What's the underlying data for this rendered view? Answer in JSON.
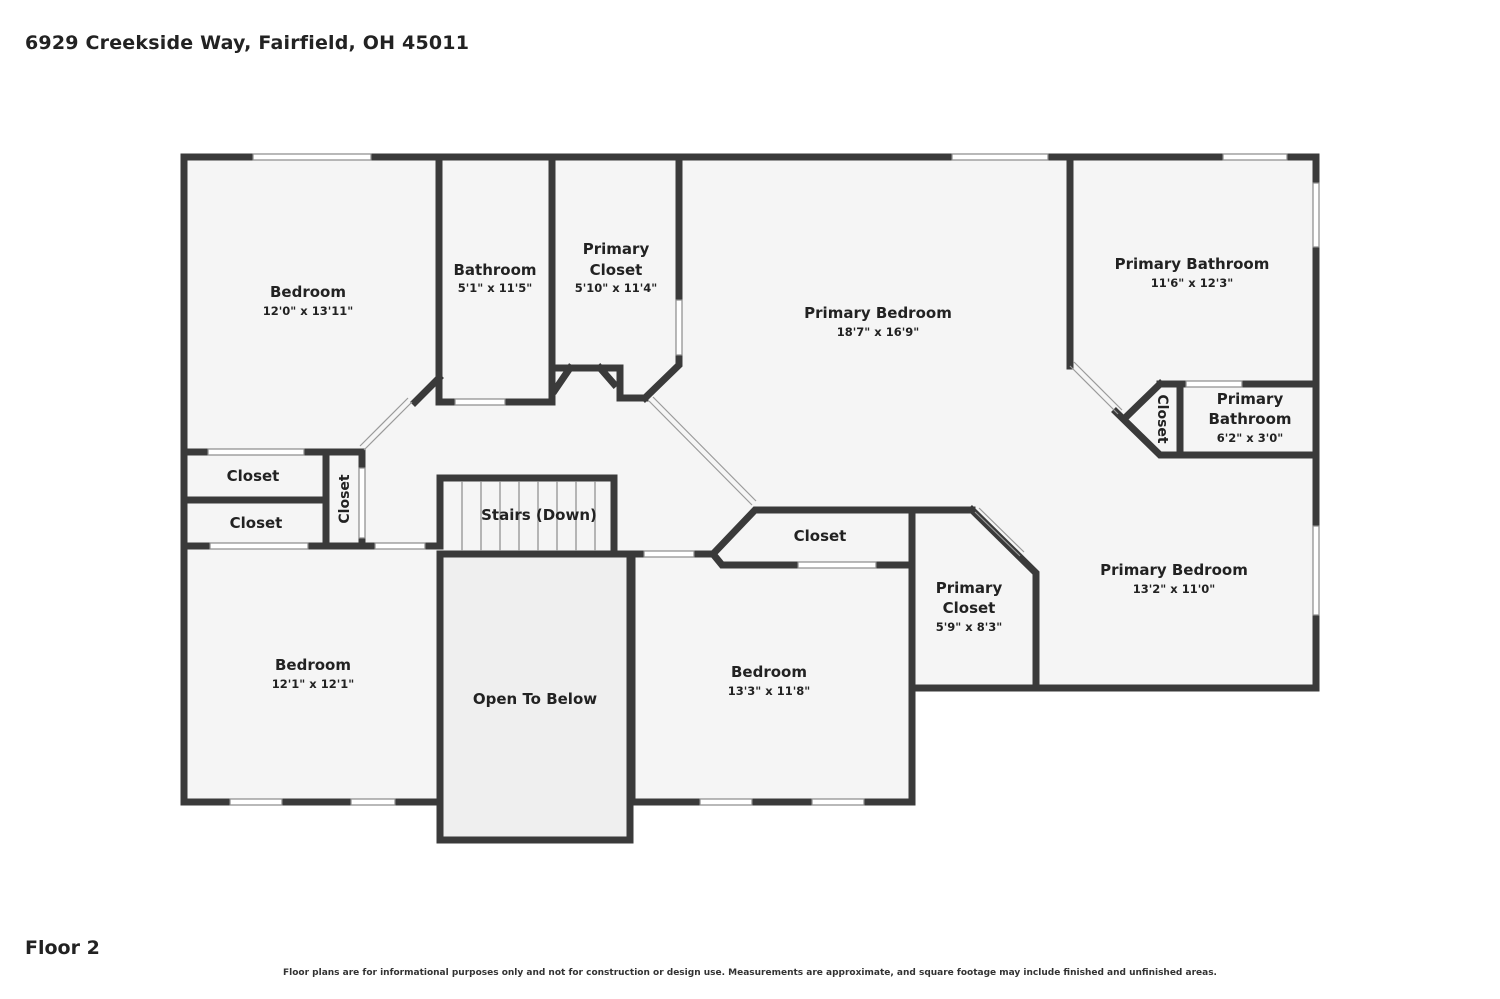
{
  "address": "6929 Creekside Way, Fairfield, OH 45011",
  "floor": "Floor 2",
  "disclaimer": "Floor plans are for informational purposes only and not for construction or design use. Measurements are approximate, and square footage may include finished and unfinished areas.",
  "rooms": {
    "bedroom_nw": {
      "name": "Bedroom",
      "dims": "12'0\" x 13'11\""
    },
    "bathroom": {
      "name": "Bathroom",
      "dims": "5'1\" x 11'5\""
    },
    "primary_closet_top": {
      "name_line1": "Primary",
      "name_line2": "Closet",
      "dims": "5'10\" x 11'4\""
    },
    "primary_bedroom_main": {
      "name": "Primary Bedroom",
      "dims": "18'7\" x 16'9\""
    },
    "primary_bathroom": {
      "name": "Primary Bathroom",
      "dims": "11'6\" x 12'3\""
    },
    "closet_small_vertical": {
      "name": "Closet"
    },
    "primary_bathroom_small": {
      "name_line1": "Primary",
      "name_line2": "Bathroom",
      "dims": "6'2\" x 3'0\""
    },
    "closet_left_upper": {
      "name": "Closet"
    },
    "closet_left_lower": {
      "name": "Closet"
    },
    "closet_left_vertical": {
      "name": "Closet"
    },
    "stairs": {
      "name": "Stairs (Down)"
    },
    "closet_center": {
      "name": "Closet"
    },
    "primary_closet_lower": {
      "name_line1": "Primary",
      "name_line2": "Closet",
      "dims": "5'9\" x 8'3\""
    },
    "primary_bedroom_lower": {
      "name": "Primary Bedroom",
      "dims": "13'2\" x 11'0\""
    },
    "bedroom_sw": {
      "name": "Bedroom",
      "dims": "12'1\" x 12'1\""
    },
    "open_to_below": {
      "name": "Open To Below"
    },
    "bedroom_s": {
      "name": "Bedroom",
      "dims": "13'3\" x 11'8\""
    }
  },
  "colors": {
    "wall": "#3a3a3a",
    "floor": "#f5f5f5",
    "open_below": "#efefef"
  }
}
